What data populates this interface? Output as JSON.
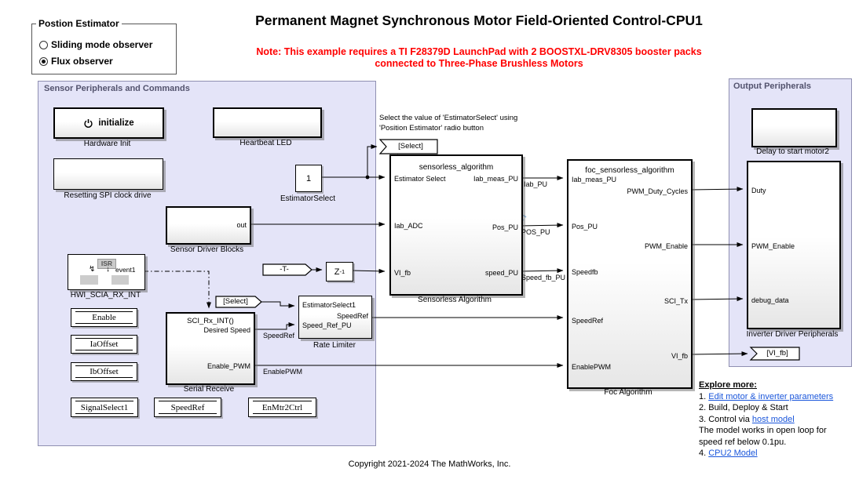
{
  "colors": {
    "region_fill": "#e4e4f8",
    "region_border": "#8f8fb1",
    "region_title": "#53536e",
    "note_red": "#ff0000",
    "link_blue": "#1a56db",
    "wifi_blue": "#8ab4dc"
  },
  "header": {
    "title": "Permanent Magnet Synchronous Motor Field-Oriented Control-CPU1",
    "note1": "Note: This example requires a TI F28379D LaunchPad with 2 BOOSTXL-DRV8305 booster packs",
    "note2": "connected to Three-Phase Brushless Motors"
  },
  "position_estimator": {
    "title": "Postion Estimator",
    "option1": "Sliding mode observer",
    "option2": "Flux observer",
    "selected": "Flux observer"
  },
  "regions": {
    "sensor": "Sensor Peripherals and Commands",
    "output": "Output Peripherals"
  },
  "blocks": {
    "hardware_init": {
      "button": "initialize",
      "label": "Hardware Init"
    },
    "heartbeat_led": {
      "label": "Heartbeat LED"
    },
    "resetting_spi": {
      "label": "Resetting SPI clock drive"
    },
    "estimator_select_const": {
      "value": "1",
      "label": "EstimatorSelect"
    },
    "sensor_driver": {
      "port_out": "out",
      "label": "Sensor Driver Blocks"
    },
    "hwi": {
      "isr": "ISR",
      "event": "event1",
      "label": "HWI_SCIA_RX_INT"
    },
    "sbtns": [
      "Enable",
      "IaOffset",
      "IbOffset",
      "SignalSelect1",
      "SpeedRef",
      "EnMtr2Ctrl"
    ],
    "serial_receive": {
      "title": "SCI_Rx_INT()",
      "out1": "Desired Speed",
      "out2": "Enable_PWM",
      "label": "Serial Receive"
    },
    "rate_limiter": {
      "in1": "EstimatorSelect1",
      "out1": "SpeedRef",
      "in2": "Speed_Ref_PU",
      "label": "Rate Limiter"
    },
    "unit_delay": {
      "base": "Z",
      "exp": "-1"
    },
    "sensorless": {
      "title": "sensorless_algorithm",
      "inputs": [
        "Estimator Select",
        "Iab_ADC",
        "VI_fb"
      ],
      "outputs": [
        "Iab_meas_PU",
        "Pos_PU",
        "speed_PU"
      ],
      "label": "Sensorless Algorithm"
    },
    "foc": {
      "title": "foc_sensorless_algorithm",
      "inputs": [
        "Iab_meas_PU",
        "Pos_PU",
        "Speedfb",
        "SpeedRef",
        "EnablePWM"
      ],
      "outputs": [
        "PWM_Duty_Cycles",
        "PWM_Enable",
        "SCI_Tx",
        "VI_fb"
      ],
      "label": "Foc Algorithm"
    },
    "delay_motor2": {
      "label": "Delay to start motor2"
    },
    "inverter": {
      "inputs": [
        "Duty",
        "PWM_Enable",
        "debug_data"
      ],
      "label": "Inverter Driver Peripherals"
    }
  },
  "tags": {
    "goto_select": "[Select]",
    "from_select": "[Select]",
    "from_t": "-T-",
    "goto_vifb": "[VI_fb]"
  },
  "signals": {
    "iab": "Iab_PU",
    "pos": "POS_PU",
    "speed": "Speed_fb_PU",
    "speedref": "SpeedRef",
    "enablepwm": "EnablePWM"
  },
  "annotations": {
    "select_note1": "Select the value of 'EstimatorSelect' using",
    "select_note2": "'Position Estimator' radio button"
  },
  "explore": {
    "heading": "Explore more:",
    "item1_pre": "1. ",
    "item1_link": "Edit motor & inverter parameters",
    "item2": "2. Build, Deploy & Start",
    "item3_pre": "3. Control via ",
    "item3_link": "host model",
    "note1": "The model works in open loop for",
    "note2": "speed ref below 0.1pu.",
    "item4_pre": "4. ",
    "item4_link": "CPU2 Model"
  },
  "footer": {
    "copyright": "Copyright 2021-2024 The MathWorks, Inc."
  }
}
